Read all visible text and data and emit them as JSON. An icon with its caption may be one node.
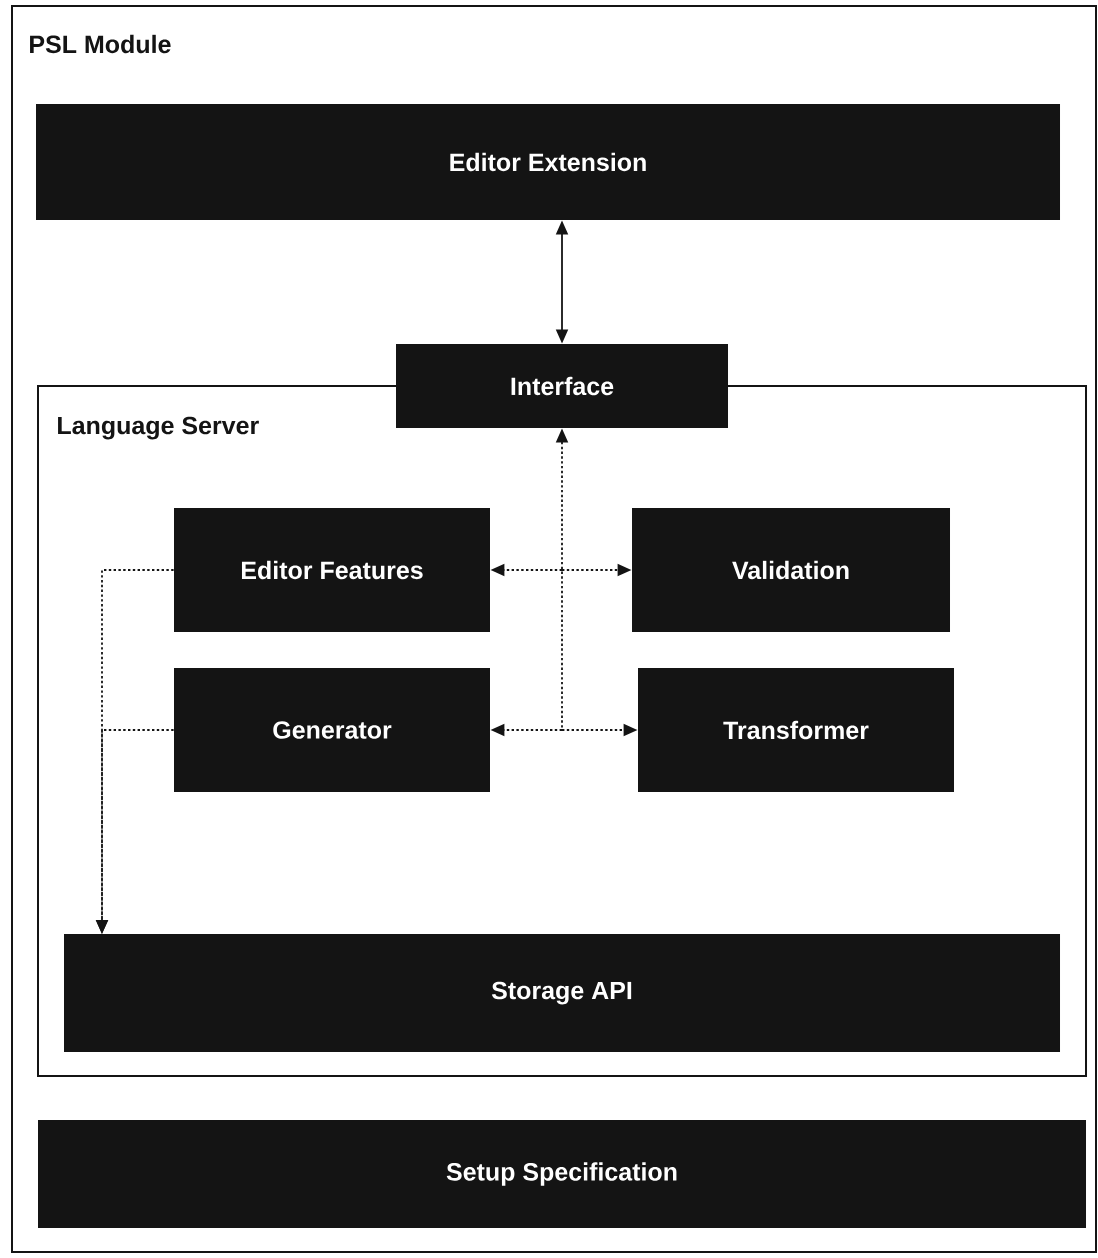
{
  "diagram": {
    "nodes": [
      {
        "text": [
          "PSL Module"
        ]
      },
      {
        "text": [
          "Editor Extension"
        ],
        "in": 0
      },
      {
        "text": [
          "Interface"
        ],
        "in": 0
      },
      {
        "text": [
          "Language Server"
        ],
        "in": 0
      },
      {
        "text": [
          "Editor Features"
        ],
        "in": 3
      },
      {
        "text": [
          "Validation"
        ],
        "in": 3
      },
      {
        "text": [
          "Generator"
        ],
        "in": 3
      },
      {
        "text": [
          "Transformer"
        ],
        "in": 3
      },
      {
        "text": [
          "Storage API"
        ],
        "in": 3
      },
      {
        "text": [
          "Setup Specification"
        ],
        "in": 0
      }
    ],
    "edges": [
      {
        "from": 1,
        "to": 2,
        "arrow": "both"
      },
      {
        "from": 2,
        "to": 4,
        "arrow": "both",
        "style": "dashed"
      },
      {
        "from": 2,
        "to": 5,
        "arrow": "both",
        "style": "dashed"
      },
      {
        "from": 2,
        "to": 6,
        "arrow": "both",
        "style": "dashed"
      },
      {
        "from": 2,
        "to": 7,
        "arrow": "both",
        "style": "dashed"
      },
      {
        "from": 4,
        "to": 8,
        "arrow": "to",
        "style": "dashed"
      },
      {
        "from": 6,
        "to": 8,
        "arrow": "to",
        "style": "dashed"
      }
    ]
  }
}
